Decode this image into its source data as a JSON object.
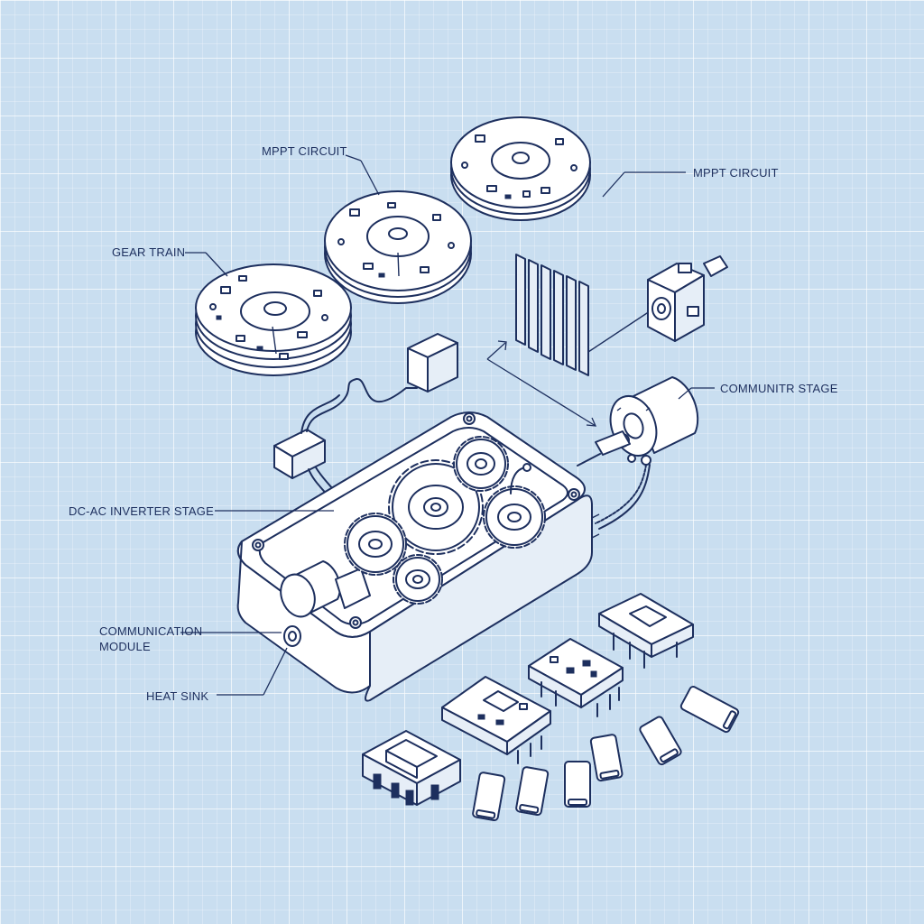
{
  "labels": {
    "mppt_left": "MPPT CIRCUIT",
    "mppt_right": "MPPT CIRCUIT",
    "gear_train": "GEAR TRAIN",
    "commun_stage": "COMMUNITR STAGE",
    "dc_ac": "DC-AC INVERTER STAGE",
    "comm_module_line1": "COMMUNICATION",
    "comm_module_line2": "MODULE",
    "heat_sink": "HEAT SINK"
  },
  "colors": {
    "background": "#c9def0",
    "ink": "#1d2f5e",
    "fill": "#ffffff"
  }
}
